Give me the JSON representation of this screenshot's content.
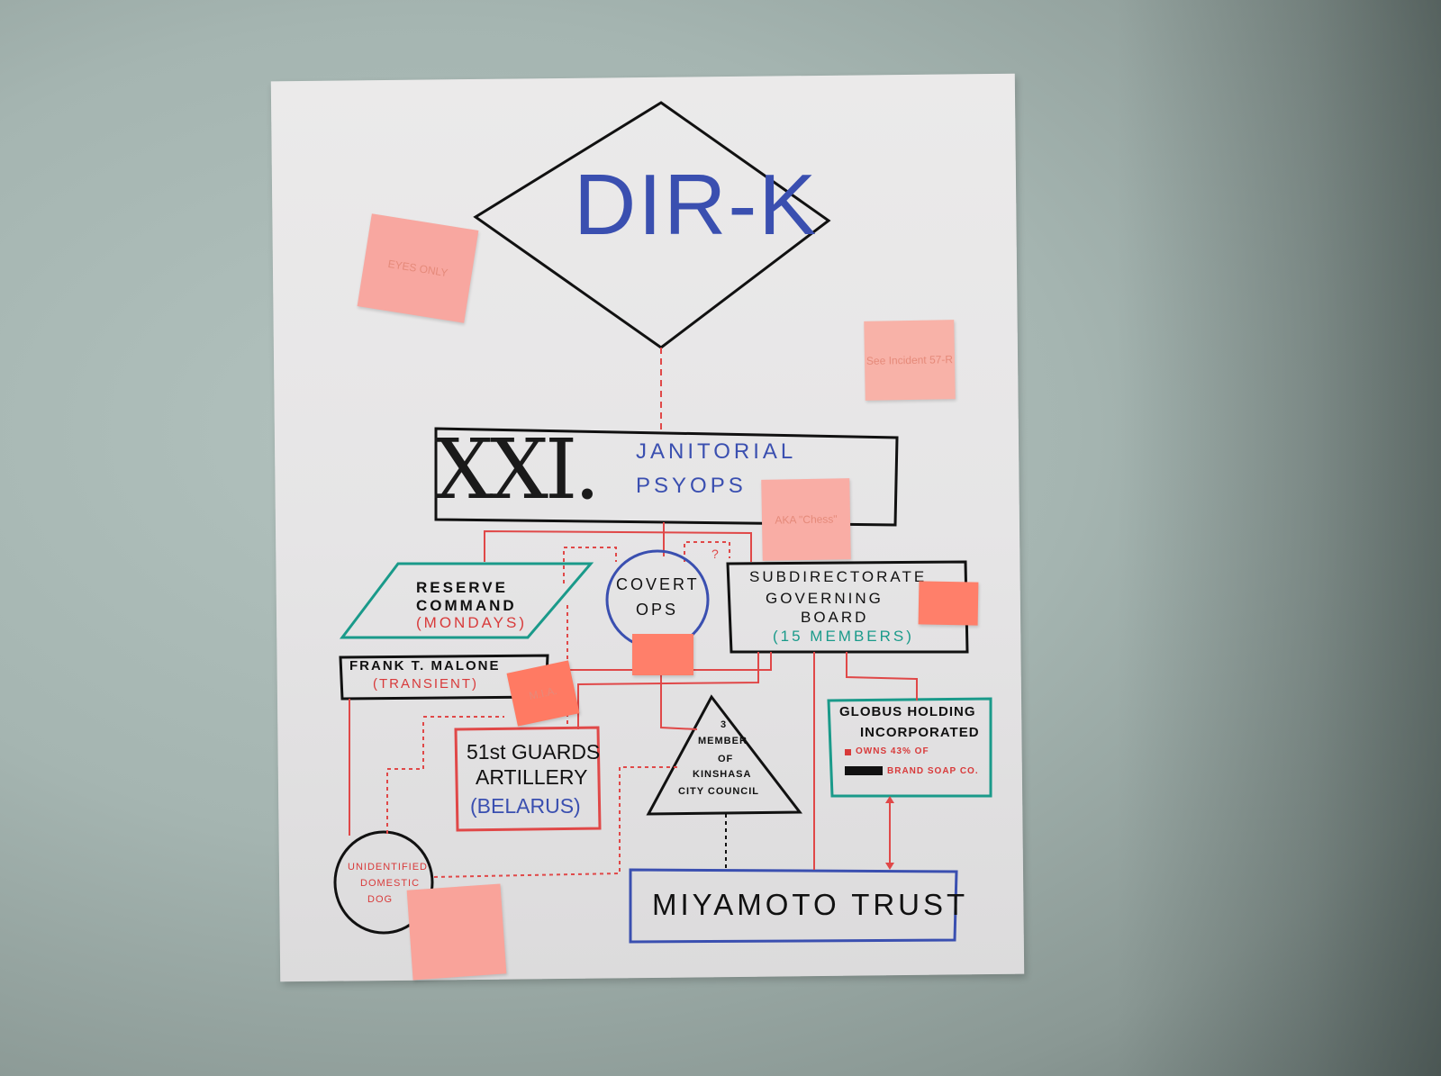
{
  "chart": {
    "top": "DIR-K",
    "xxi": "XXI.",
    "janitorial_1": "JANITORIAL",
    "janitorial_2": "PSYOPS",
    "reserve_1": "RESERVE",
    "reserve_2": "COMMAND",
    "reserve_3": "(MONDAYS)",
    "covert_1": "COVERT",
    "covert_2": "OPS",
    "subdir_1": "SUBDIRECTORATE",
    "subdir_2": "GOVERNING",
    "subdir_3": "BOARD",
    "subdir_4": "(15 MEMBERS)",
    "frank_1": "FRANK T. MALONE",
    "frank_2": "(TRANSIENT)",
    "guards_1": "51st GUARDS",
    "guards_2": "ARTILLERY",
    "guards_3": "(BELARUS)",
    "kinshasa_1": "3",
    "kinshasa_2": "MEMBER",
    "kinshasa_3": "OF",
    "kinshasa_4": "KINSHASA",
    "kinshasa_5": "CITY COUNCIL",
    "globus_1": "GLOBUS HOLDING",
    "globus_2": "INCORPORATED",
    "globus_3": "OWNS 43% OF",
    "globus_4": "BRAND SOAP CO.",
    "dog_1": "UNIDENTIFIED",
    "dog_2": "DOMESTIC",
    "dog_3": "DOG",
    "miyamoto": "MIYAMOTO TRUST",
    "unknown_link": "?"
  },
  "stickies": {
    "eyes_only": "EYES ONLY",
    "see_incident": "See Incident 57-R",
    "aka": "AKA \"Chess\"",
    "board_note": "",
    "cover_note": "",
    "mia_note": "M.I.A.",
    "dog_note": ""
  },
  "colors": {
    "black_ink": "#111111",
    "blue_ink": "#3a4fb0",
    "red_ink": "#e04848",
    "teal_ink": "#1a9a8a",
    "sticky_pale": "#f8a7a0",
    "sticky_bright": "#ff7f6a"
  }
}
